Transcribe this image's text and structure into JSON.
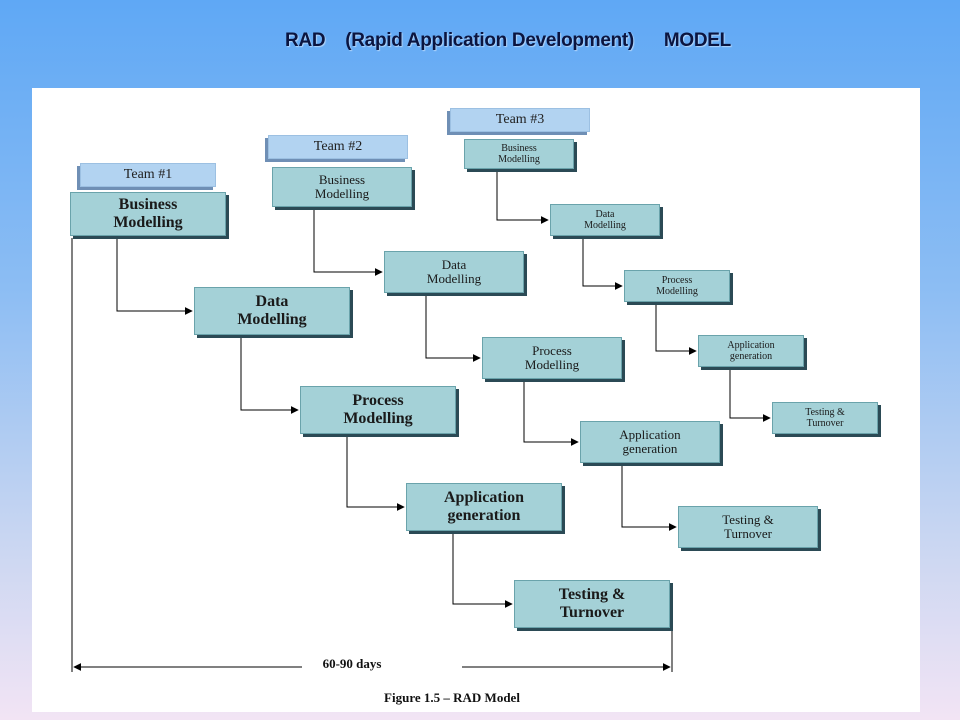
{
  "title": "RAD    (Rapid Application Development)      MODEL",
  "teams": [
    {
      "label": "Team #1",
      "stages": [
        "Business\nModelling",
        "Data\nModelling",
        "Process\nModelling",
        "Application\ngeneration",
        "Testing &\nTurnover"
      ]
    },
    {
      "label": "Team #2",
      "stages": [
        "Business\nModelling",
        "Data\nModelling",
        "Process\nModelling",
        "Application\ngeneration",
        "Testing &\nTurnover"
      ]
    },
    {
      "label": "Team #3",
      "stages": [
        "Business\nModelling",
        "Data\nModelling",
        "Process\nModelling",
        "Application\ngeneration",
        "Testing &\nTurnover"
      ]
    }
  ],
  "duration_label": "60-90 days",
  "caption": "Figure 1.5 – RAD Model",
  "colors": {
    "box_fill": "#a4d1d7",
    "box_shadow": "#2b4a55",
    "team_fill": "#b2d3f1"
  }
}
